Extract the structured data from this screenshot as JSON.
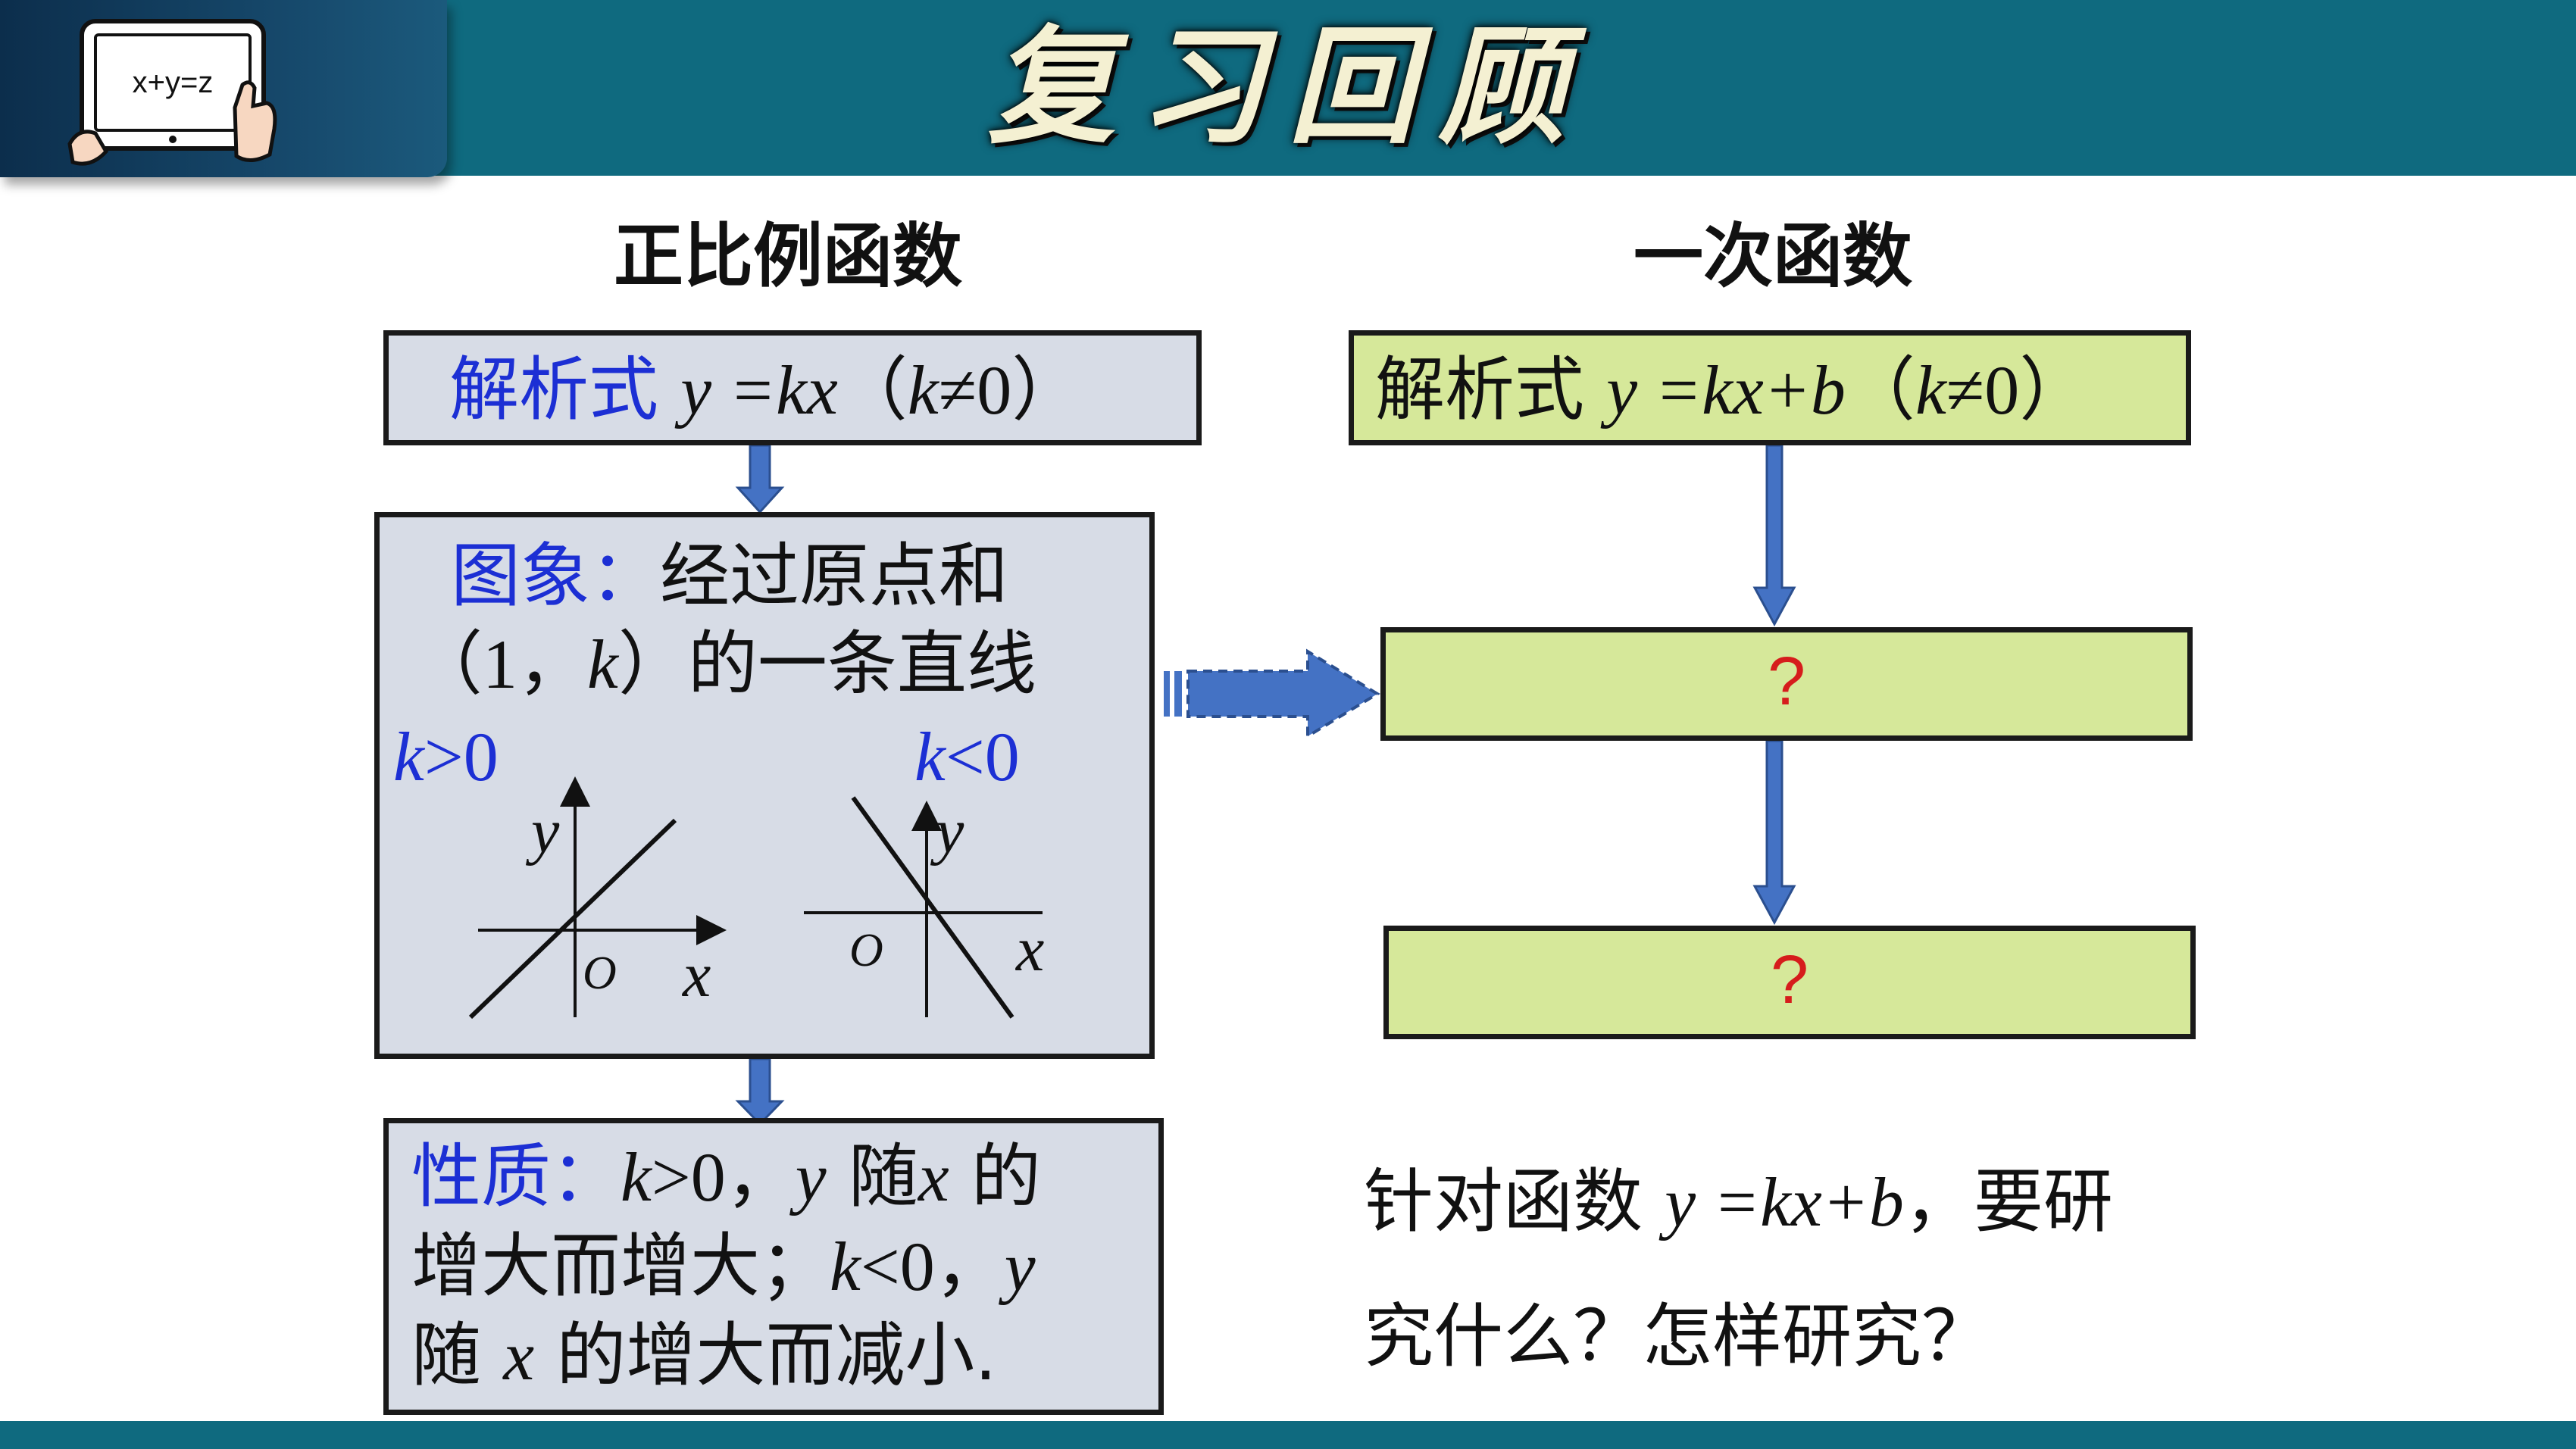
{
  "header": {
    "title": "复习回顾",
    "logo_text": "x+y=z"
  },
  "left": {
    "heading": "正比例函数",
    "formula_label": "解析式",
    "formula_math": "y =kx",
    "formula_cond_open": "（",
    "formula_cond_k": "k",
    "formula_cond_rest": "≠0）",
    "image_label": "图象：",
    "image_line1_rest": "经过原点和",
    "image_line2_open": "（1，",
    "image_line2_k": "k",
    "image_line2_rest": "）的一条直线",
    "case_pos_k": "k",
    "case_pos_rel": ">0",
    "case_neg_k": "k",
    "case_neg_rel": "<0",
    "axis_y": "y",
    "axis_x": "x",
    "axis_o": "O",
    "property_label": "性质：",
    "property_l1_k": "k",
    "property_l1_a": ">0，",
    "property_l1_y": "y",
    "property_l1_b": " 随",
    "property_l1_x": "x",
    "property_l1_c": " 的",
    "property_l2_a": "增大而增大；",
    "property_l2_k": "k",
    "property_l2_b": "<0，",
    "property_l2_y": "y",
    "property_l3_a": "随 ",
    "property_l3_x": "x",
    "property_l3_b": " 的增大而减小."
  },
  "right": {
    "heading": "一次函数",
    "formula_label": "解析式",
    "formula_math": "y =kx+b",
    "formula_cond_open": "（",
    "formula_cond_k": "k",
    "formula_cond_rest": "≠0）",
    "box2_text": "?",
    "box3_text": "?",
    "question_a": "针对函数 ",
    "question_math": "y =kx+b",
    "question_b": "，要研",
    "question_line2": "究什么？怎样研究？"
  },
  "colors": {
    "header": "#0f6a7f",
    "gray_box": "#d7dce6",
    "green_box": "#d6e89a",
    "label_blue": "#1c2fd4",
    "arrow_blue": "#4472c4",
    "question_red": "#d61c1c"
  }
}
